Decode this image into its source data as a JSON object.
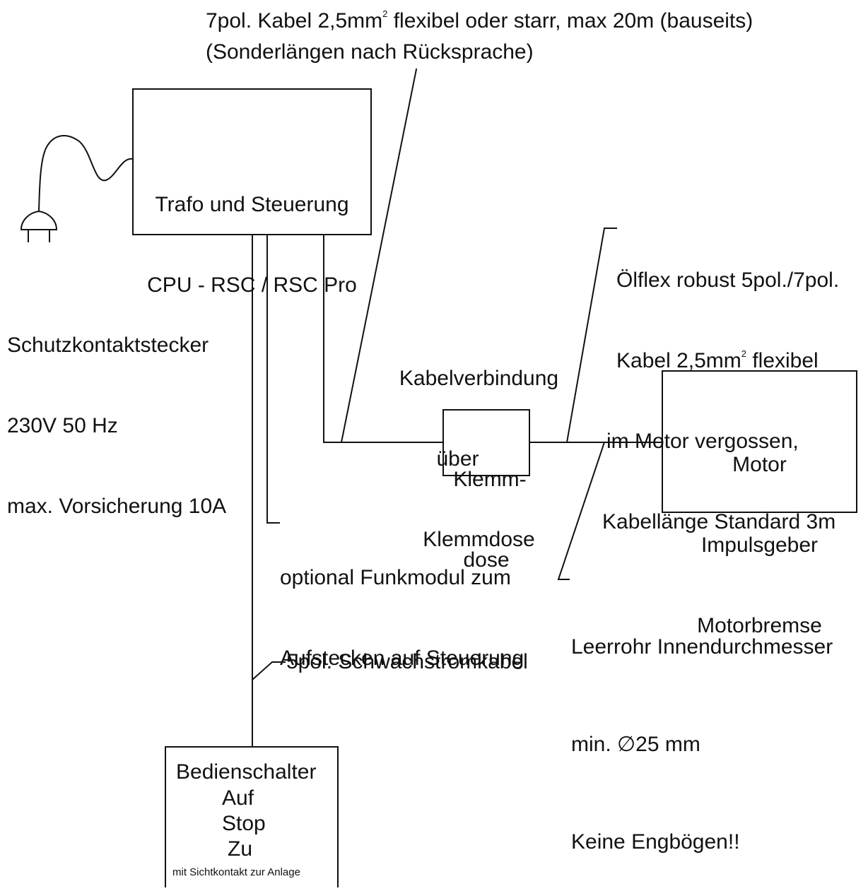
{
  "cable_spec": {
    "line1_a": "7pol. Kabel 2,5mm",
    "line1_sup": "2",
    "line1_b": " flexibel oder starr, max 20m (bauseits)",
    "line2": "(Sonderlängen nach Rücksprache)"
  },
  "control_unit": {
    "line1": "Trafo und Steuerung",
    "line2": "CPU - RSC / RSC Pro"
  },
  "plug": {
    "line1": "Schutzkontaktstecker",
    "line2": "230V 50 Hz",
    "line3": "max. Vorsicherung 10A"
  },
  "oelflex": {
    "line1": "Ölflex robust 5pol./7pol.",
    "line2_a": "Kabel 2,5mm",
    "line2_sup": "2",
    "line2_b": " flexibel",
    "line3": "im Motor vergossen,",
    "line4": "Kabellänge Standard 3m"
  },
  "connection_note": {
    "line1": "Kabelverbindung",
    "line2": "über",
    "line3": "Klemmdose"
  },
  "junction_box": {
    "line1": "Klemm-",
    "line2": "dose"
  },
  "motor": {
    "line1": "Motor",
    "line2": "Impulsgeber",
    "line3": "Motorbremse"
  },
  "radio_module": {
    "line1": "optional Funkmodul zum",
    "line2": "Aufstecken auf Steuerung"
  },
  "conduit": {
    "line1": "Leerrohr Innendurchmesser",
    "line2": "min. ∅25 mm",
    "line3": "Keine Engbögen!!"
  },
  "low_voltage_cable": {
    "label": "5pol. Schwachstromkabel"
  },
  "switch": {
    "title": "Bedienschalter",
    "opt1": "Auf",
    "opt2": "Stop",
    "opt3": "Zu",
    "note": "mit Sichtkontakt zur Anlage"
  }
}
